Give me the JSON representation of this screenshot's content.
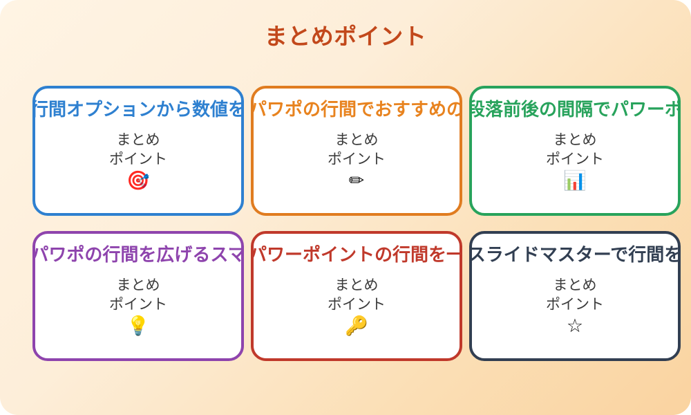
{
  "slide": {
    "title": "まとめポイント",
    "title_color": "#c2481b",
    "background_from": "#fff4e4",
    "background_to": "#fad3a0"
  },
  "cards": [
    {
      "heading": "行間オプションから数値を",
      "body": "まとめ\nポイント",
      "icon": "🎯",
      "icon_name": "dart-target-icon",
      "accent": "#2e80d0",
      "accent_name": "blue"
    },
    {
      "heading": "パワポの行間でおすすめの",
      "body": "まとめ\nポイント",
      "icon": "✏",
      "icon_name": "pencil-icon",
      "accent": "#e8831f",
      "accent_name": "orange"
    },
    {
      "heading": "段落前後の間隔でパワーポ",
      "body": "まとめ\nポイント",
      "icon": "📊",
      "icon_name": "bar-chart-icon",
      "accent": "#28a35c",
      "accent_name": "green"
    },
    {
      "heading": "パワポの行間を広げるスマ",
      "body": "まとめ\nポイント",
      "icon": "💡",
      "icon_name": "lightbulb-icon",
      "accent": "#8e44ad",
      "accent_name": "purple"
    },
    {
      "heading": "パワーポイントの行間を一",
      "body": "まとめ\nポイント",
      "icon": "🔑",
      "icon_name": "key-icon",
      "accent": "#c0392b",
      "accent_name": "red"
    },
    {
      "heading": "スライドマスターで行間を",
      "body": "まとめ\nポイント",
      "icon": "☆",
      "icon_name": "star-icon",
      "accent": "#323f52",
      "accent_name": "navy"
    }
  ]
}
